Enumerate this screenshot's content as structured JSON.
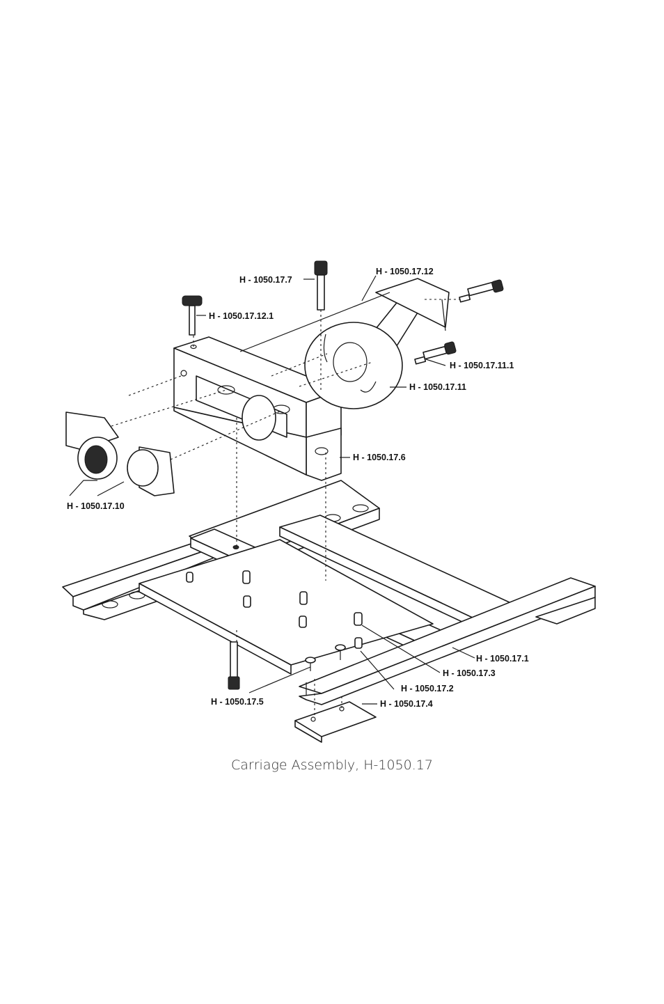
{
  "callouts": {
    "p_17_7": "H - 1050.17.7",
    "p_17_12": "H - 1050.17.12",
    "p_17_12_1": "H - 1050.17.12.1",
    "p_17_11_1": "H - 1050.17.11.1",
    "p_17_11": "H - 1050.17.11",
    "p_17_6": "H - 1050.17.6",
    "p_17_10": "H - 1050.17.10",
    "p_17_1": "H - 1050.17.1",
    "p_17_3": "H - 1050.17.3",
    "p_17_2": "H - 1050.17.2",
    "p_17_4": "H - 1050.17.4",
    "p_17_5": "H - 1050.17.5"
  },
  "caption": "Carriage Assembly, H-1050.17"
}
